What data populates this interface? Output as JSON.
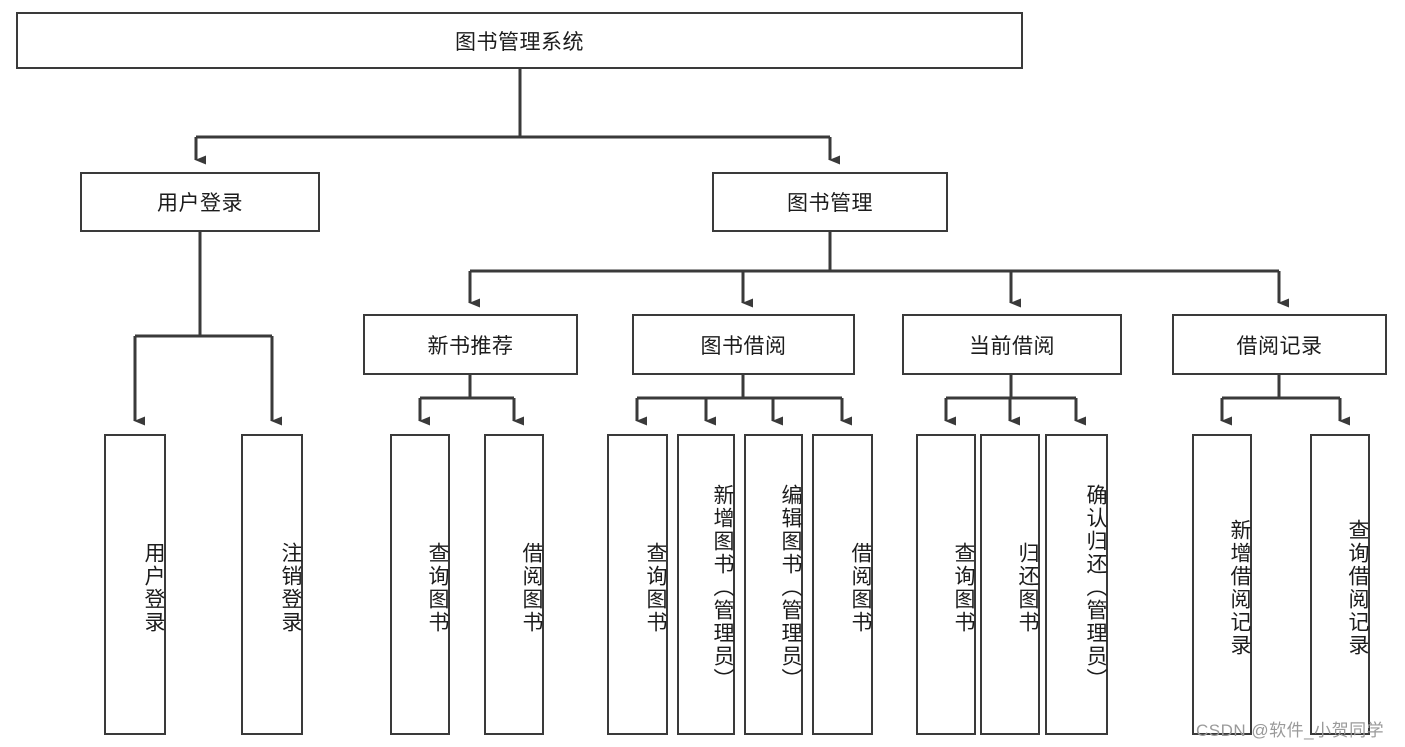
{
  "diagram": {
    "title": "图书管理系统",
    "type": "hierarchy-tree",
    "watermark": "CSDN @软件_小贺同学",
    "colors": {
      "stroke": "#3a3a3a",
      "fill": "#ffffff",
      "text": "#1c1c1c",
      "watermark": "#9a9a9a"
    },
    "levels": {
      "root": {
        "label": "图书管理系统"
      },
      "level1": [
        {
          "label": "用户登录"
        },
        {
          "label": "图书管理"
        }
      ],
      "level2": [
        {
          "label": "新书推荐"
        },
        {
          "label": "图书借阅"
        },
        {
          "label": "当前借阅"
        },
        {
          "label": "借阅记录"
        }
      ],
      "level3": {
        "user_login_children": [
          {
            "label": "用户登录"
          },
          {
            "label": "注销登录"
          }
        ],
        "new_book_children": [
          {
            "label": "查询图书"
          },
          {
            "label": "借阅图书"
          }
        ],
        "book_borrow_children": [
          {
            "label": "查询图书"
          },
          {
            "label": "新增图书（管理员）"
          },
          {
            "label": "编辑图书（管理员）"
          },
          {
            "label": "借阅图书"
          }
        ],
        "current_borrow_children": [
          {
            "label": "查询图书"
          },
          {
            "label": "归还图书"
          },
          {
            "label": "确认归还（管理员）"
          }
        ],
        "borrow_record_children": [
          {
            "label": "新增借阅记录"
          },
          {
            "label": "查询借阅记录"
          }
        ]
      }
    }
  }
}
